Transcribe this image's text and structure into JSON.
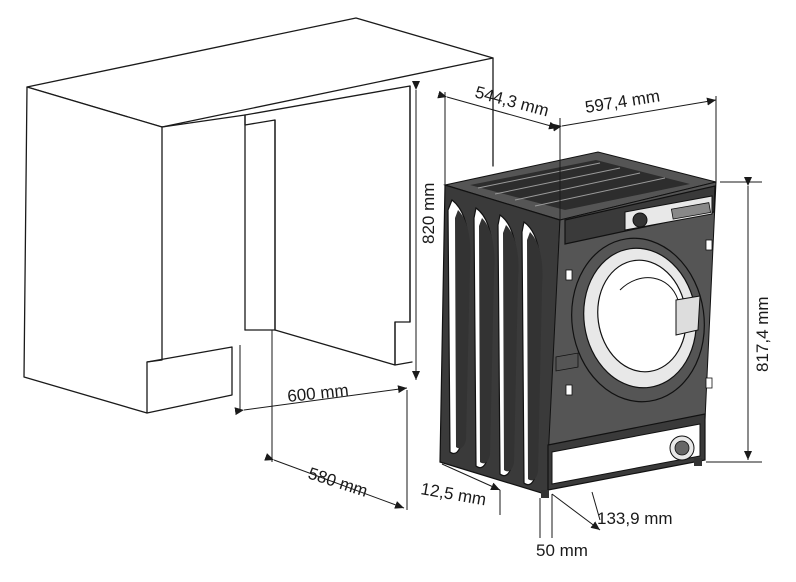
{
  "dimensions": {
    "depth_machine": "544,3 mm",
    "width_machine": "597,4 mm",
    "height_niche": "820 mm",
    "height_machine": "817,4 mm",
    "width_niche": "600 mm",
    "depth_niche": "580 mm",
    "foot_offset": "12,5 mm",
    "door_offset": "133,9 mm",
    "base_offset": "50 mm"
  }
}
